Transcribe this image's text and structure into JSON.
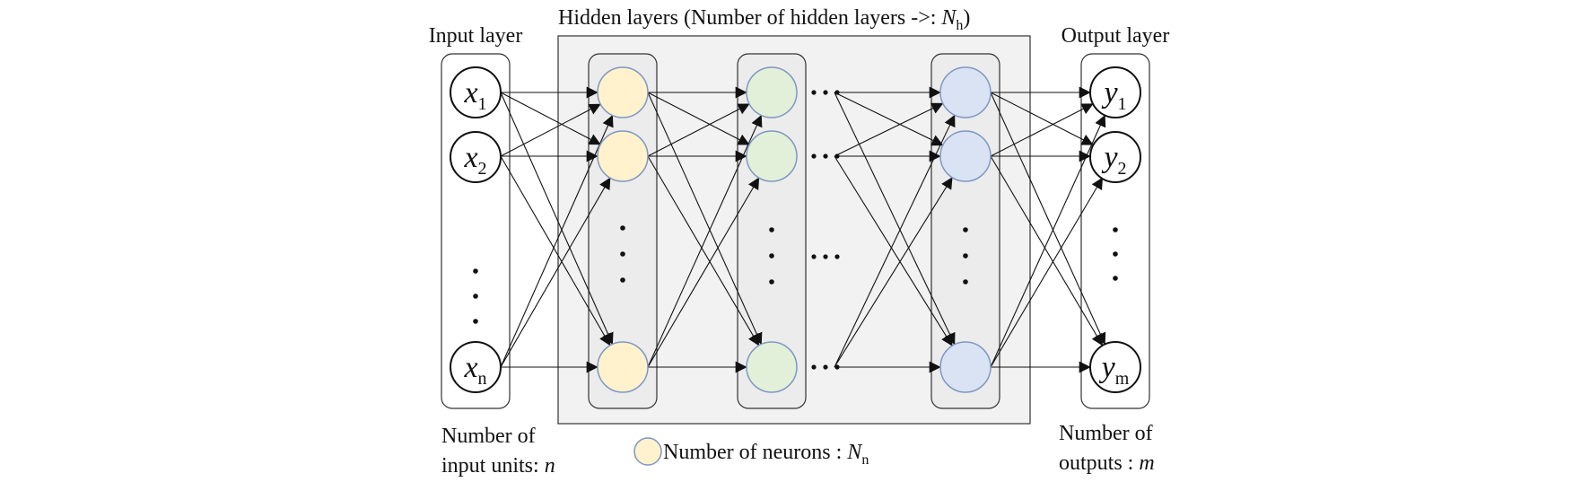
{
  "labels": {
    "input_layer": "Input layer",
    "hidden_layers_prefix": "Hidden layers (Number of hidden layers ->: ",
    "hidden_layers_var": "N",
    "hidden_layers_sub": "h",
    "hidden_layers_suffix": ")",
    "output_layer": "Output layer",
    "input_units_line1": "Number of",
    "input_units_line2": "input units: ",
    "input_units_var": "n",
    "outputs_line1": "Number of",
    "outputs_line2": "outputs : ",
    "outputs_var": "m",
    "legend_text": "Number of neurons : ",
    "legend_var": "N",
    "legend_sub": "n"
  },
  "input_nodes": [
    {
      "var": "x",
      "sub": "1"
    },
    {
      "var": "x",
      "sub": "2"
    },
    {
      "var": "x",
      "sub": "n"
    }
  ],
  "output_nodes": [
    {
      "var": "y",
      "sub": "1"
    },
    {
      "var": "y",
      "sub": "2"
    },
    {
      "var": "y",
      "sub": "m"
    }
  ],
  "colors": {
    "hidden_layer_1": "#fff2cc",
    "hidden_layer_2": "#e2f0d9",
    "hidden_layer_3": "#dae3f3",
    "node_stroke": "#7f97c4",
    "hidden_region": "#f2f2f2",
    "layer_panel": "#ececec",
    "edge": "#111111"
  }
}
